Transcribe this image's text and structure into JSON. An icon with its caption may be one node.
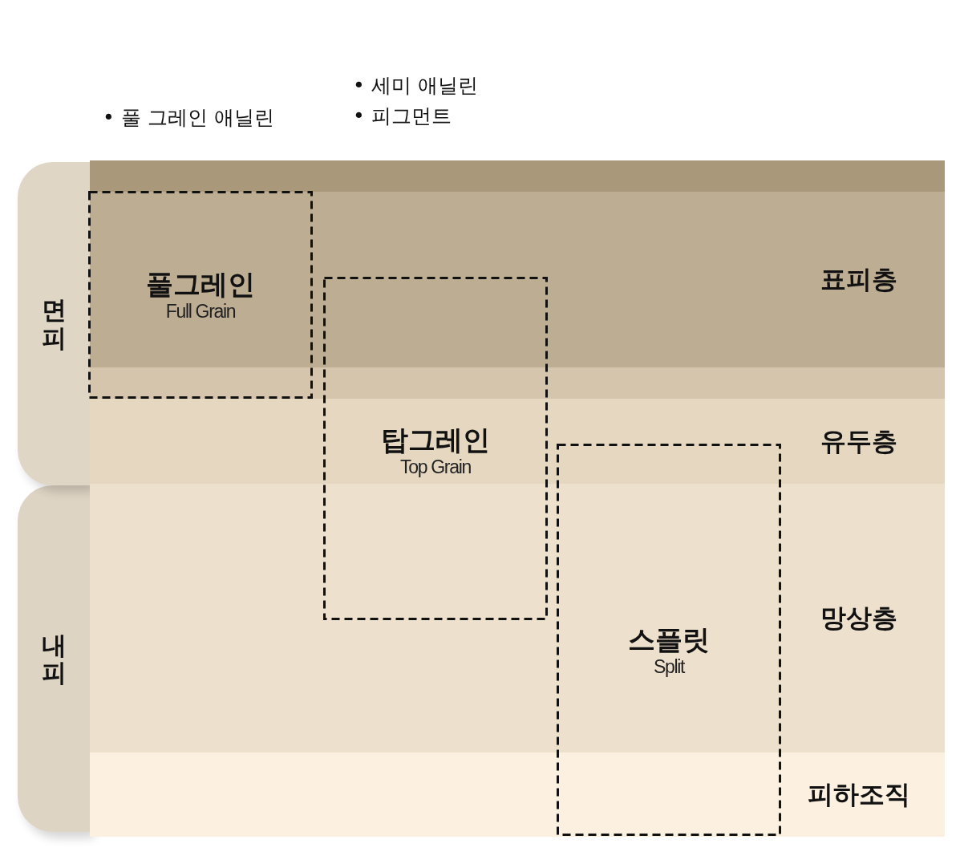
{
  "diagram": {
    "nodes": [
      {
        "text": [
          "면피"
        ]
      },
      {
        "text": [
          "내피"
        ]
      },
      {
        "text": [],
        "shape": "bar"
      },
      {
        "text": [
          "표피층"
        ]
      },
      {
        "text": [
          "유두층"
        ]
      },
      {
        "text": [],
        "shape": "bar",
        "in": 4
      },
      {
        "text": [
          "망상층"
        ]
      },
      {
        "text": [
          "피하조직"
        ]
      },
      {
        "text": [
          "풀그레인",
          "Full Grain"
        ]
      },
      {
        "text": [
          "탑그레인",
          "Top Grain"
        ]
      },
      {
        "text": [
          "스플릿",
          "Split"
        ]
      }
    ],
    "labels": [
      "• 풀 그레인 애닐린",
      "• 세미 애닐린",
      "• 피그먼트"
    ]
  }
}
